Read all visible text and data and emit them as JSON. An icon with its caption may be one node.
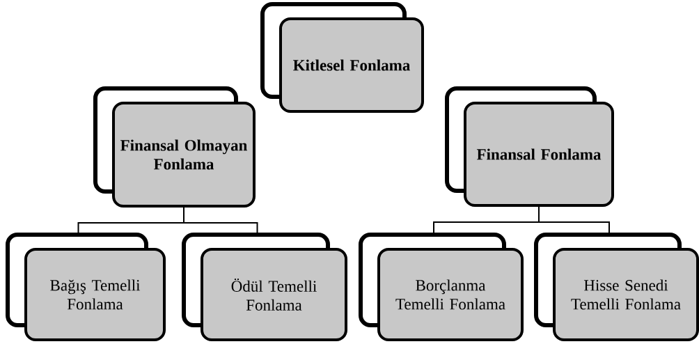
{
  "diagram": {
    "nodes": [
      {
        "text": [
          "Kitlesel Fonlama"
        ]
      },
      {
        "text": [
          "Finansal Olmayan Fonlama"
        ]
      },
      {
        "text": [
          "Finansal Fonlama"
        ]
      },
      {
        "text": [
          "Bağış Temelli Fonlama"
        ]
      },
      {
        "text": [
          "Ödül Temelli Fonlama"
        ]
      },
      {
        "text": [
          "Borçlanma Temelli Fonlama"
        ]
      },
      {
        "text": [
          "Hisse Senedi Temelli Fonlama"
        ]
      }
    ],
    "edges": [
      {
        "from": 1,
        "to": 3,
        "arrow": "none"
      },
      {
        "from": 1,
        "to": 4,
        "arrow": "none"
      },
      {
        "from": 2,
        "to": 5,
        "arrow": "none"
      },
      {
        "from": 2,
        "to": 6,
        "arrow": "none"
      }
    ]
  }
}
